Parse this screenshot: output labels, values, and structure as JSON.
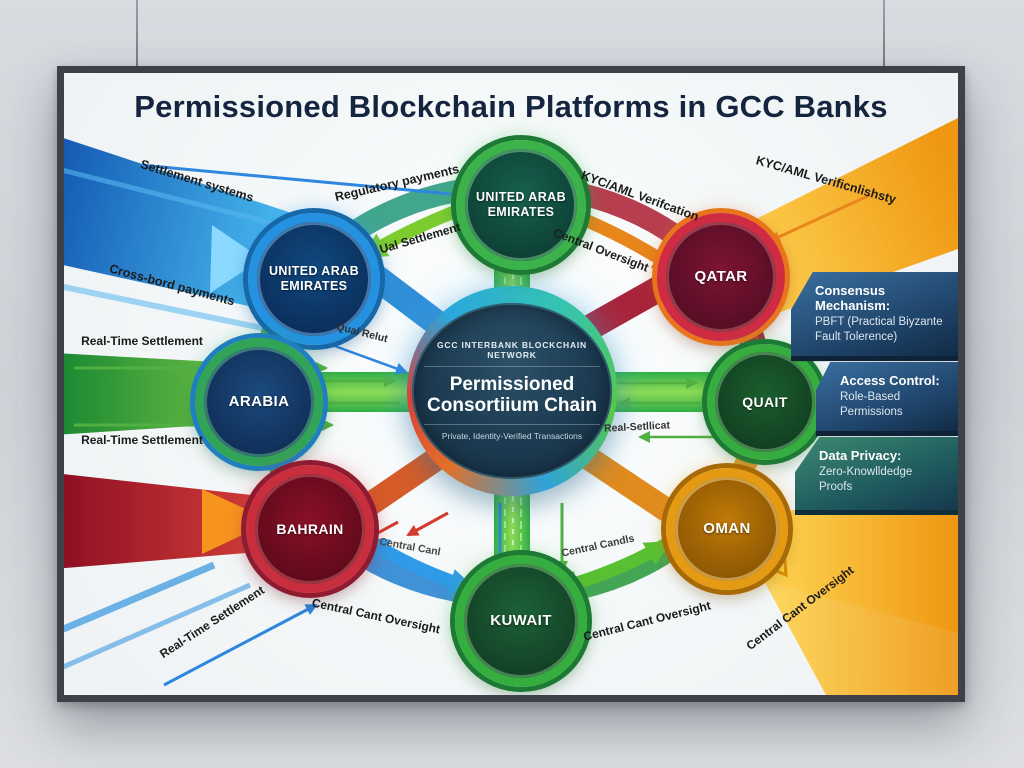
{
  "palette": {
    "wall": "#d2d6db",
    "poster_background": "#f5f8f9",
    "frame": "#3e4248",
    "title_color": "#15253f",
    "blue": "#1f7fd4",
    "green": "#3fae49",
    "red": "#b02a3d",
    "gold": "#f0a11b",
    "navy_box": "#16324f",
    "teal_box": "#2f7d66"
  },
  "title": "Permissioned Blockchain Platforms in GCC Banks",
  "hub": {
    "network_label": "GCC INTERBANK BLOCKCHAIN NETWORK",
    "heading": "Permissioned Consortiium Chain",
    "subtext": "Private, Identity-Verified Transactions"
  },
  "nodes": [
    {
      "id": "uae-top",
      "label": "UNITED ARAB EMIRATES",
      "color": "green"
    },
    {
      "id": "uae-left",
      "label": "UNITED ARAB EMIRATES",
      "color": "blue"
    },
    {
      "id": "arabia",
      "label": "ARABIA",
      "color": "green-ring-navy-core"
    },
    {
      "id": "qatar",
      "label": "QATAR",
      "color": "red"
    },
    {
      "id": "quait",
      "label": "QUAIT",
      "color": "green"
    },
    {
      "id": "bahrain",
      "label": "BAHRAIN",
      "color": "red"
    },
    {
      "id": "oman",
      "label": "OMAN",
      "color": "gold"
    },
    {
      "id": "kuwait",
      "label": "KUWAIT",
      "color": "green"
    }
  ],
  "flow_labels": [
    {
      "id": "settlement-systems",
      "text": "Settlement systems"
    },
    {
      "id": "cross-border-payments",
      "text": "Cross-bord payments"
    },
    {
      "id": "regulatory-payments",
      "text": "Regulatory payments"
    },
    {
      "id": "ual-settlement",
      "text": "Ual Settlement"
    },
    {
      "id": "kyc-aml-verification",
      "text": "KYC/AML Verifcation"
    },
    {
      "id": "central-oversight-top",
      "text": "Central Oversight"
    },
    {
      "id": "kyc-aml-top-right",
      "text": "KYC/AML Verificnlishsty"
    },
    {
      "id": "real-time-settlement-left-upper",
      "text": "Real-Time Settlement"
    },
    {
      "id": "real-time-settlement-left-lower",
      "text": "Real-Time Settlement"
    },
    {
      "id": "qual-relut",
      "text": "Qual Relut"
    },
    {
      "id": "real-setllicat",
      "text": "Real-Setllicat"
    },
    {
      "id": "central-canl",
      "text": "Central Canl"
    },
    {
      "id": "central-cant-oversight-bottom-left",
      "text": "Central Cant Oversight"
    },
    {
      "id": "central-candls",
      "text": "Central Candls"
    },
    {
      "id": "central-cant-oversight-bottom-right",
      "text": "Central Cant Oversight"
    },
    {
      "id": "central-cant-oversight-far-right",
      "text": "Central Cant Oversight"
    },
    {
      "id": "real-time-settlement-bottom-left",
      "text": "Real-Time Settlement"
    }
  ],
  "info_boxes": [
    {
      "heading": "Consensus Mechanism:",
      "body": "PBFT (Practical Biyzante Fault Tolerence)"
    },
    {
      "heading": "Access Control:",
      "body": "Role-Based Permissions"
    },
    {
      "heading": "Data Privacy:",
      "body": "Zero-Knowlldedge Proofs"
    }
  ]
}
